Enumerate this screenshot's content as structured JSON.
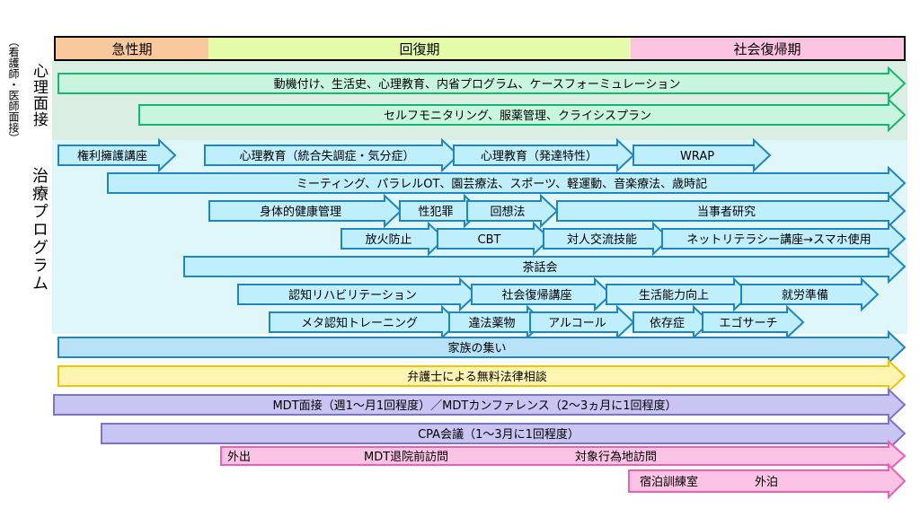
{
  "phases": {
    "acute": "急性期",
    "recovery": "回復期",
    "social": "社会復帰期"
  },
  "side_labels": {
    "nurse_doctor_interview": "（看護師・医師面接）",
    "psych_interview": "心理面接",
    "treatment_program": "治療プログラム"
  },
  "colors": {
    "green": "#14b86e",
    "blue": "#1f86c4",
    "yellow": "#f0c400",
    "purple": "#7b74cf",
    "pink": "#ef5db7"
  },
  "psych_arrows": [
    "動機付け、生活史、心理教育、内省プログラム、ケースフォーミュレーション",
    "セルフモニタリング、服薬管理、クライシスプラン"
  ],
  "program_arrows": [
    "権利擁護講座",
    "心理教育（統合失調症・気分症）",
    "心理教育（発達特性）",
    "WRAP",
    "ミーティング、パラレルOT、園芸療法、スポーツ、軽運動、音楽療法、歳時記",
    "身体的健康管理",
    "性犯罪",
    "回想法",
    "当事者研究",
    "放火防止",
    "CBT",
    "対人交流技能",
    "ネットリテラシー講座→スマホ使用",
    "茶話会",
    "認知リハビリテーション",
    "社会復帰講座",
    "生活能力向上",
    "就労準備",
    "メタ認知トレーニング",
    "違法薬物",
    "アルコール",
    "依存症",
    "エゴサーチ"
  ],
  "family": "家族の集い",
  "lawyer": "弁護士による無料法律相談",
  "mdt_interview": "MDT面接（週1～月1回程度）／MDTカンファレンス（2～3ヵ月に1回程度）",
  "cpa": "CPA会議（1～3月に1回程度）",
  "visits": {
    "outing": "外出",
    "pre_discharge": "MDT退院前訪問",
    "target_site": "対象行為地訪問"
  },
  "stay": {
    "room": "宿泊訓練室",
    "overnight": "外泊"
  }
}
